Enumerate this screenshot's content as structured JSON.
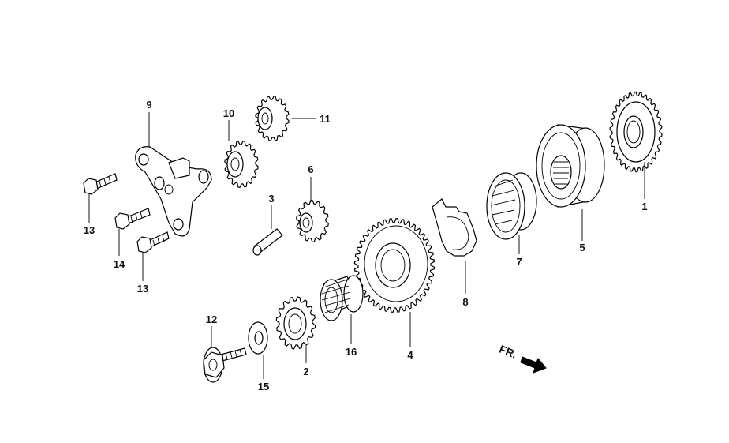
{
  "labels": {
    "l1": "1",
    "l2": "2",
    "l3": "3",
    "l4": "4",
    "l5": "5",
    "l6": "6",
    "l7": "7",
    "l8": "8",
    "l9": "9",
    "l10": "10",
    "l11": "11",
    "l12": "12",
    "l13a": "13",
    "l13b": "13",
    "l14": "14",
    "l15": "15",
    "l16": "16"
  },
  "direction": {
    "text": "FR."
  }
}
